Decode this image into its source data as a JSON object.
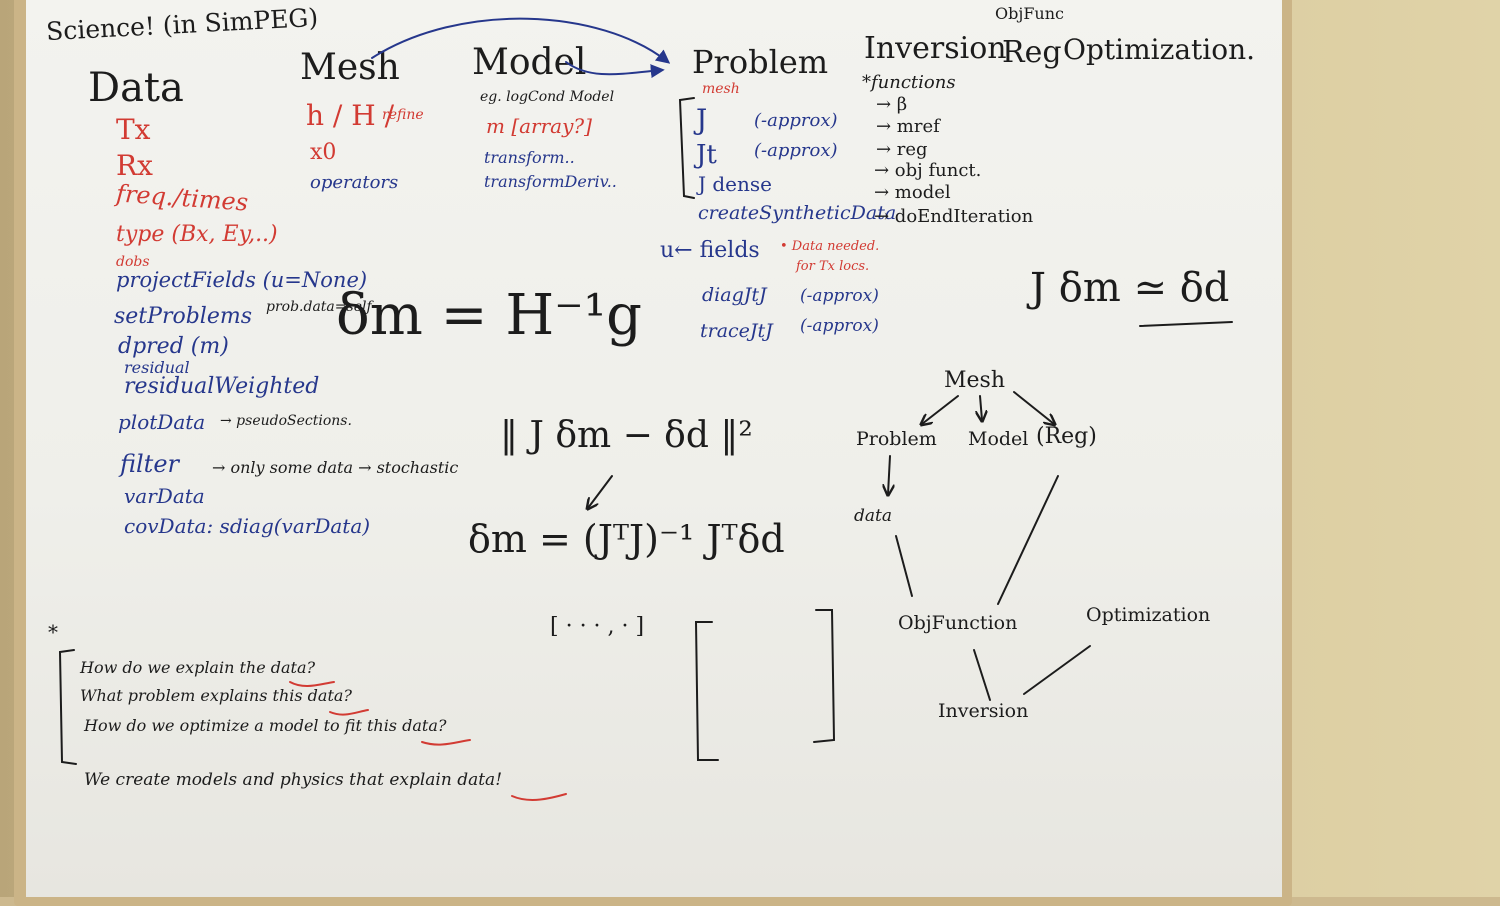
{
  "colors": {
    "black_marker": "#1c1c1c",
    "red_marker": "#d23b33",
    "blue_marker": "#26378c",
    "board": "#f1f1ed",
    "frame": "#cbb487",
    "wall": "#d3c294"
  },
  "header": {
    "title": "Science! (in SimPEG)",
    "objfunc_note": "ObjFunc"
  },
  "columns": {
    "data": "Data",
    "mesh": "Mesh",
    "model": "Model",
    "problem": "Problem",
    "inversion": "Inversion",
    "reg": "Reg",
    "optimization": "Optimization."
  },
  "data_items": {
    "tx": "Tx",
    "rx": "Rx",
    "freq": "freq./times",
    "type": "type (Bx, Ey,..)",
    "dobs": "dobs",
    "project_fields": "projectFields (u=None)",
    "set_problems": "setProblems",
    "prob_data": "prob.data=self",
    "dpred": "dpred (m)",
    "residual": "residual",
    "residual_weighted": "residualWeighted",
    "plot_data": "plotData",
    "pseudo": "→ pseudoSections.",
    "filter": "filter",
    "filter_note": "→ only some data → stochastic",
    "var_data": "varData",
    "cov_data": "covData: sdiag(varData)"
  },
  "mesh_items": {
    "h": "h / H /",
    "refine": "refine",
    "x0": "x0",
    "operators": "operators"
  },
  "model_items": {
    "example": "eg. logCond Model",
    "m": "m [array?]",
    "transform": "transform..",
    "transform_deriv": "transformDeriv.."
  },
  "problem_items": {
    "mesh": "mesh",
    "j": "J",
    "j_approx": "(-approx)",
    "jt": "Jt",
    "jt_approx": "(-approx)",
    "j_dense": "J dense",
    "create_synthetic": "createSyntheticData",
    "u_fields": "u← fields",
    "data_needed": "• Data needed.",
    "for_tx": "for Tx locs.",
    "diag": "diagJtJ",
    "diag_approx": "(-approx)",
    "trace": "traceJtJ",
    "trace_approx": "(-approx)"
  },
  "inversion_items": {
    "functions": "*functions",
    "beta": "→ β",
    "mref": "→ mref",
    "reg": "→ reg",
    "obj": "→ obj funct.",
    "model": "→ model",
    "do_end": "→ doEndIteration"
  },
  "equations": {
    "newton": "δm = H⁻¹g",
    "misfit": "‖ J δm − δd ‖²",
    "normal": "δm = (JᵀJ)⁻¹ Jᵀδd",
    "jdm": "J δm ≃ δd",
    "brackets_row": "[ · · · , · ]"
  },
  "diagram": {
    "mesh": "Mesh",
    "problem": "Problem",
    "model": "Model",
    "reg": "(Reg)",
    "data": "data",
    "objfunction": "ObjFunction",
    "optimization": "Optimization",
    "inversion": "Inversion"
  },
  "questions": {
    "star": "*",
    "q1": "How do we explain the data?",
    "q2": "What problem explains this data?",
    "q3": "How do we optimize a model to fit this data?",
    "answer": "We create models and physics that explain data!"
  }
}
